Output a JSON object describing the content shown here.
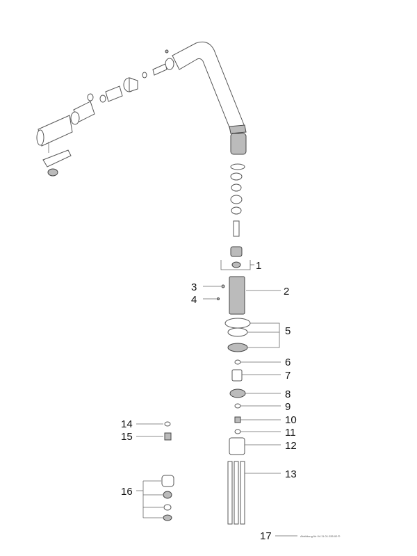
{
  "diagram": {
    "type": "exploded parts drawing",
    "callouts": [
      "1",
      "2",
      "3",
      "4",
      "5",
      "6",
      "7",
      "8",
      "9",
      "10",
      "11",
      "12",
      "13",
      "14",
      "15",
      "16",
      "17"
    ],
    "footer_reference": "Abbildung für 04.11.01.035.00 ®"
  }
}
